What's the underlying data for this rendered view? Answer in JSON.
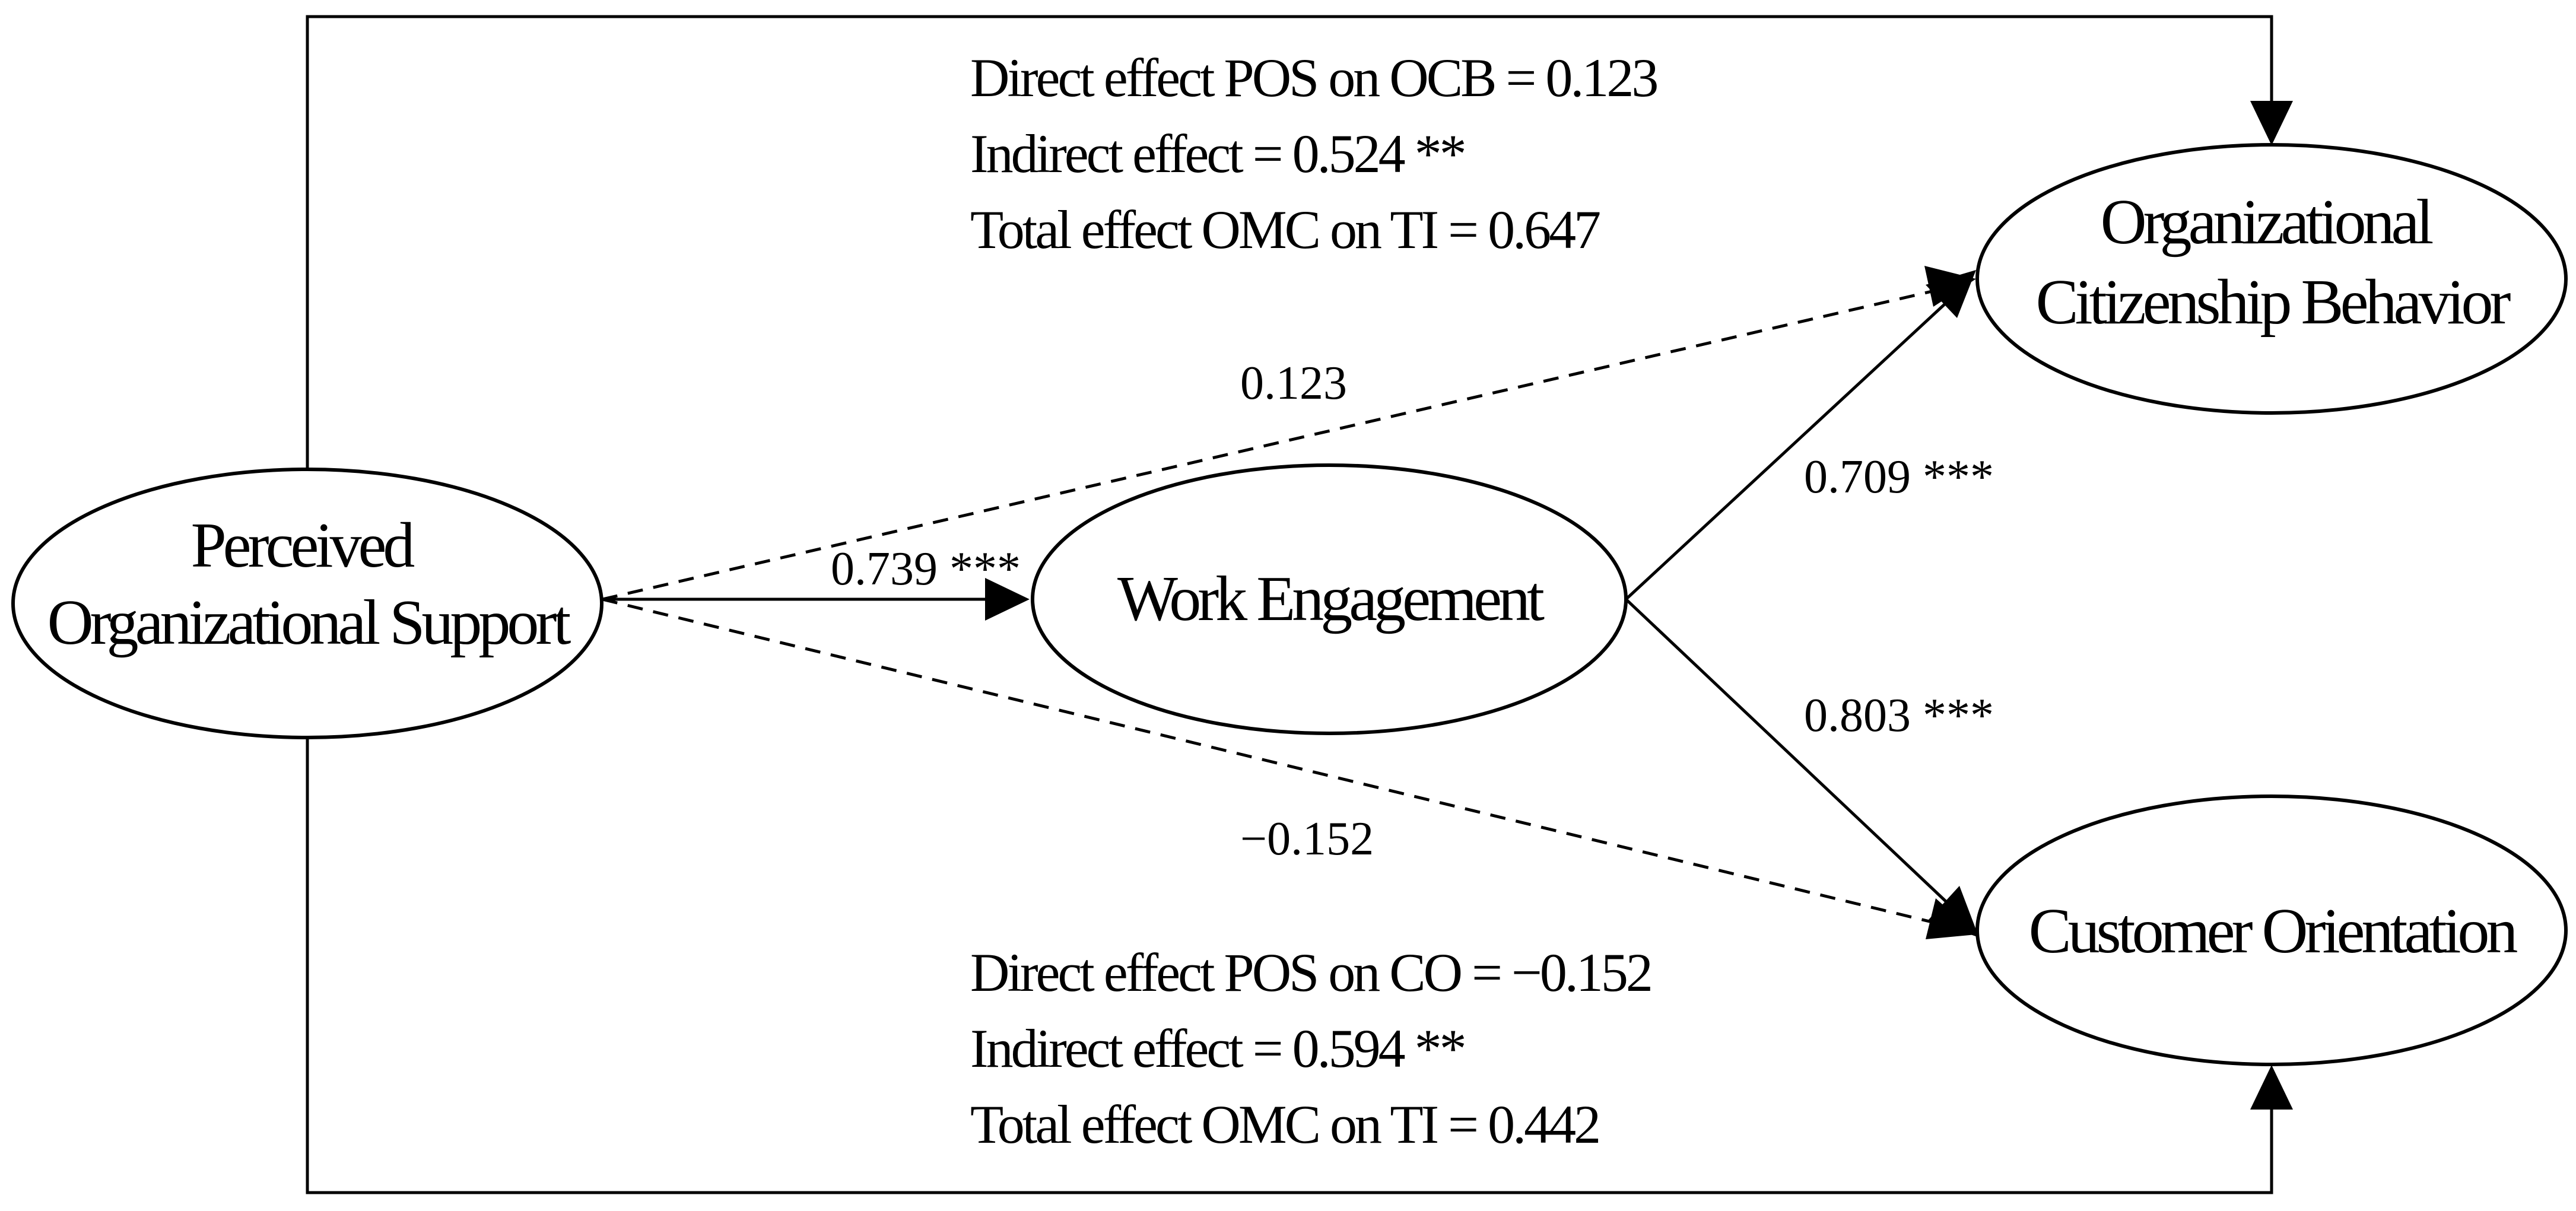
{
  "nodes": {
    "pos": {
      "lines": [
        "Perceived",
        "Organizational Support"
      ]
    },
    "we": {
      "lines": [
        "Work Engagement"
      ]
    },
    "ocb": {
      "lines": [
        "Organizational",
        "Citizenship Behavior"
      ]
    },
    "co": {
      "lines": [
        "Customer Orientation"
      ]
    }
  },
  "paths": {
    "pos_we": "0.739 ***",
    "we_ocb": "0.709 ***",
    "we_co": "0.803 ***",
    "pos_ocb": "0.123",
    "pos_co": "−0.152"
  },
  "effects": {
    "ocb": [
      "Direct effect POS on OCB = 0.123",
      "Indirect effect = 0.524 **",
      "Total effect OMC on TI = 0.647"
    ],
    "co": [
      "Direct effect POS on CO = −0.152",
      "Indirect effect = 0.594 **",
      "Total effect OMC on TI = 0.442"
    ]
  }
}
